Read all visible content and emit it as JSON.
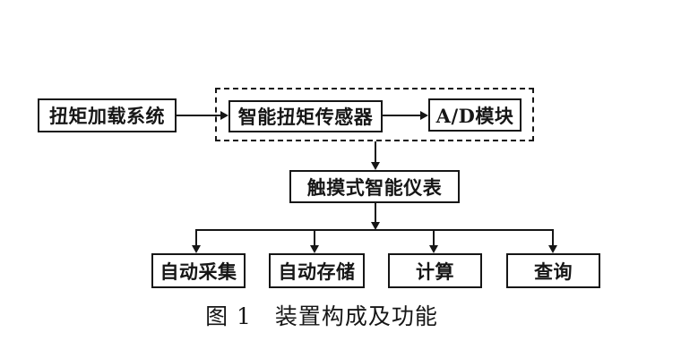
{
  "figure": {
    "caption": "图 1　装置构成及功能",
    "nodes": {
      "torque_loading": "扭矩加载系统",
      "smart_sensor": "智能扭矩传感器",
      "ad_module": "A/D模块",
      "touch_instrument": "触摸式智能仪表",
      "auto_collect": "自动采集",
      "auto_store": "自动存储",
      "compute": "计算",
      "query": "查询"
    },
    "colors": {
      "line": "#161616",
      "background": "#ffffff"
    }
  }
}
